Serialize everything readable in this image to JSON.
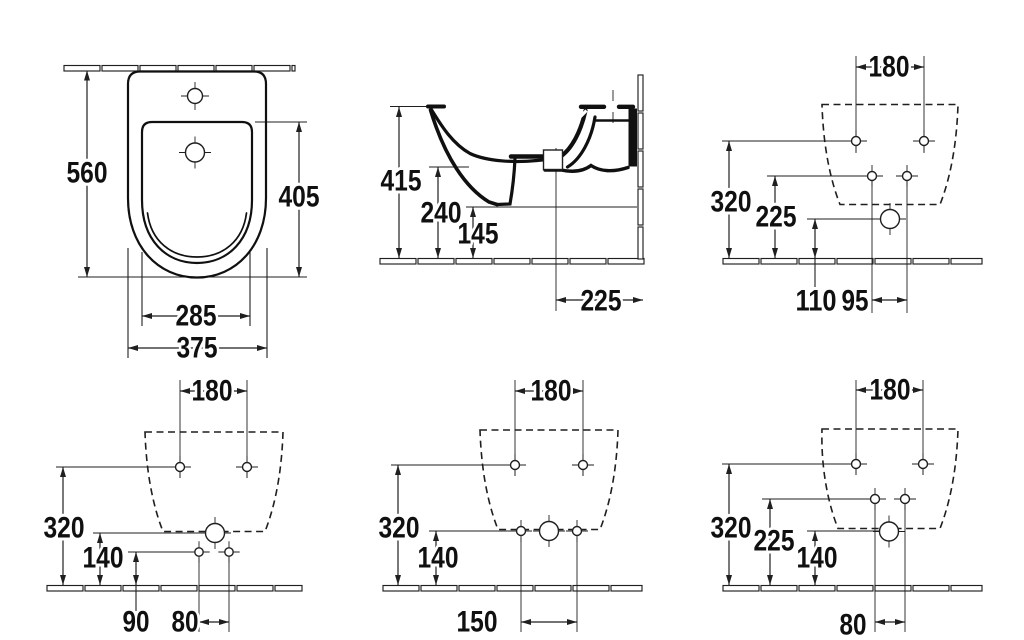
{
  "drawing": {
    "unit": "mm",
    "views": {
      "top": {
        "overall_depth": "560",
        "bowl_depth": "405",
        "bowl_width": "285",
        "overall_width": "375"
      },
      "side": {
        "rim_height": "415",
        "outlet_height": "240",
        "underside_height": "145",
        "drain_wall_distance": "225"
      },
      "rear_a": {
        "bolt_spacing": "180",
        "bolt_height": "320",
        "mid_holes_height": "225",
        "drain_height": "110",
        "mid_holes_spacing": "95"
      },
      "rear_b": {
        "bolt_spacing": "180",
        "bolt_height": "320",
        "drain_height": "140",
        "low_holes_height": "90",
        "low_holes_spacing": "80"
      },
      "rear_c": {
        "bolt_spacing": "180",
        "bolt_height": "320",
        "drain_height": "140",
        "low_holes_spacing": "150"
      },
      "rear_d": {
        "bolt_spacing": "180",
        "bolt_height": "320",
        "mid_holes_height": "225",
        "drain_height": "140",
        "mid_holes_spacing": "80"
      }
    }
  }
}
